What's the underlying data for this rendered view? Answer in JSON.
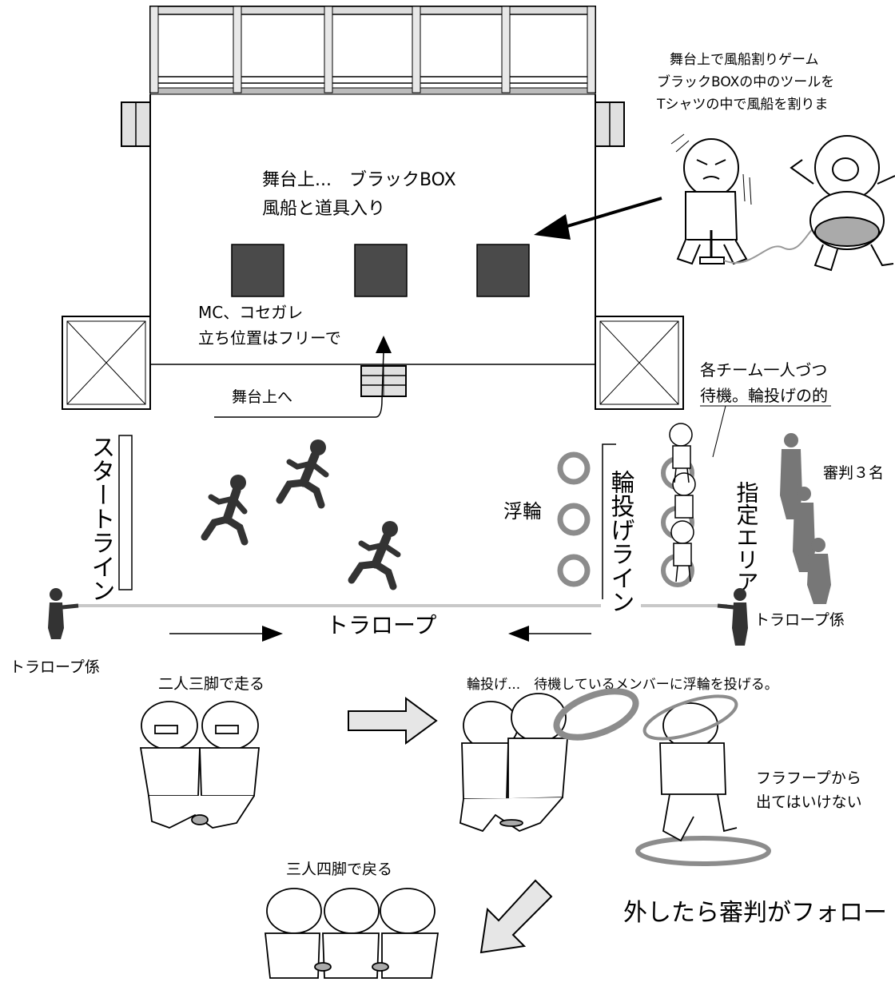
{
  "colors": {
    "box": "#4a4a4a",
    "person_dark": "#333333",
    "referee": "#777777",
    "rope": "#c8c8c8",
    "ring": "#8c8c8c",
    "arrow_fill": "#e6e6e6"
  },
  "balloon_note": {
    "line1": "舞台上で風船割りゲーム",
    "line2": "ブラックBOXの中のツールを",
    "line3": "Tシャツの中で風船を割りま"
  },
  "stage_box": {
    "line1": "舞台上...　ブラックBOX",
    "line2": "風船と道具入り"
  },
  "mc": {
    "line1": "MC、コセガレ",
    "line2": "立ち位置はフリーで"
  },
  "to_stage": "舞台上へ",
  "waiting": {
    "line1": "各チーム一人づつ",
    "line2": "待機。輪投げの的"
  },
  "referees": "審判３名",
  "start_line": "スタートライン",
  "throw_line": "輪投げライン",
  "float_ring": "浮輪",
  "designated_area": "指定エリア",
  "tiger_rope": "トラロープ",
  "rope_staff_left": "トラロープ係",
  "rope_staff_right": "トラロープ係",
  "three_legged": "二人三脚で走る",
  "ring_toss": "輪投げ...　待機しているメンバーに浮輪を投げる。",
  "hula": {
    "line1": "フラフープから",
    "line2": "出てはいけない"
  },
  "four_legged": "三人四脚で戻る",
  "follow": "外したら審判がフォロー"
}
